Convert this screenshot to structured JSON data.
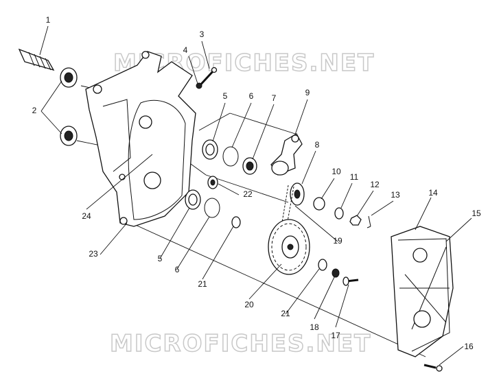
{
  "watermarks": [
    "MICROFICHES.NET",
    "MICROFICHES.NET"
  ],
  "callouts": [
    {
      "id": "c1",
      "label": "1"
    },
    {
      "id": "c2",
      "label": "2"
    },
    {
      "id": "c3",
      "label": "3"
    },
    {
      "id": "c4",
      "label": "4"
    },
    {
      "id": "c5a",
      "label": "5"
    },
    {
      "id": "c6a",
      "label": "6"
    },
    {
      "id": "c7",
      "label": "7"
    },
    {
      "id": "c8",
      "label": "8"
    },
    {
      "id": "c9",
      "label": "9"
    },
    {
      "id": "c10",
      "label": "10"
    },
    {
      "id": "c11",
      "label": "11"
    },
    {
      "id": "c12",
      "label": "12"
    },
    {
      "id": "c13",
      "label": "13"
    },
    {
      "id": "c14",
      "label": "14"
    },
    {
      "id": "c15",
      "label": "15"
    },
    {
      "id": "c16",
      "label": "16"
    },
    {
      "id": "c17",
      "label": "17"
    },
    {
      "id": "c18",
      "label": "18"
    },
    {
      "id": "c19",
      "label": "19"
    },
    {
      "id": "c20",
      "label": "20"
    },
    {
      "id": "c21a",
      "label": "21"
    },
    {
      "id": "c21b",
      "label": "21"
    },
    {
      "id": "c22",
      "label": "22"
    },
    {
      "id": "c23",
      "label": "23"
    },
    {
      "id": "c24",
      "label": "24"
    },
    {
      "id": "c5b",
      "label": "5"
    },
    {
      "id": "c6b",
      "label": "6"
    }
  ]
}
